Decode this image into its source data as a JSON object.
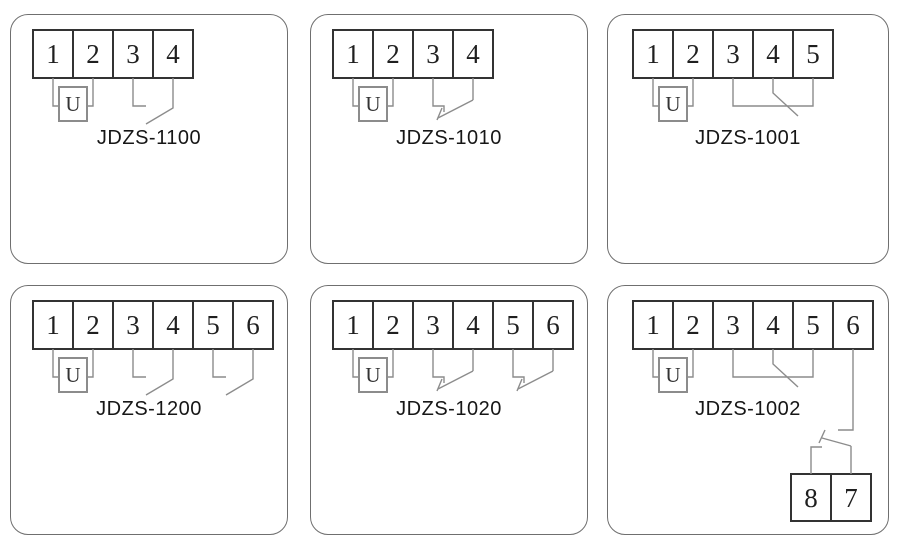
{
  "page": {
    "background": "#ffffff"
  },
  "styles": {
    "frame_color": "#6f6f6f",
    "strip_border_color": "#333333",
    "wire_color": "#8c8c8c",
    "digit_color": "#1f1f1f",
    "label_color": "#161616"
  },
  "panels": [
    {
      "id": "jdzs-1100",
      "label": "JDZS-1100",
      "coil": "U",
      "terminals": [
        "1",
        "2",
        "3",
        "4"
      ],
      "contacts": [
        "normally-open"
      ]
    },
    {
      "id": "jdzs-1010",
      "label": "JDZS-1010",
      "coil": "U",
      "terminals": [
        "1",
        "2",
        "3",
        "4"
      ],
      "contacts": [
        "normally-closed"
      ]
    },
    {
      "id": "jdzs-1001",
      "label": "JDZS-1001",
      "coil": "U",
      "terminals": [
        "1",
        "2",
        "3",
        "4",
        "5"
      ],
      "contacts": [
        "changeover"
      ]
    },
    {
      "id": "jdzs-1200",
      "label": "JDZS-1200",
      "coil": "U",
      "terminals": [
        "1",
        "2",
        "3",
        "4",
        "5",
        "6"
      ],
      "contacts": [
        "normally-open",
        "normally-open"
      ]
    },
    {
      "id": "jdzs-1020",
      "label": "JDZS-1020",
      "coil": "U",
      "terminals": [
        "1",
        "2",
        "3",
        "4",
        "5",
        "6"
      ],
      "contacts": [
        "normally-closed",
        "normally-closed"
      ]
    },
    {
      "id": "jdzs-1002",
      "label": "JDZS-1002",
      "coil": "U",
      "terminals": [
        "1",
        "2",
        "3",
        "4",
        "5",
        "6"
      ],
      "aux_terminals": [
        "8",
        "7"
      ],
      "contacts": [
        "changeover",
        "auxiliary-changeover"
      ]
    }
  ]
}
